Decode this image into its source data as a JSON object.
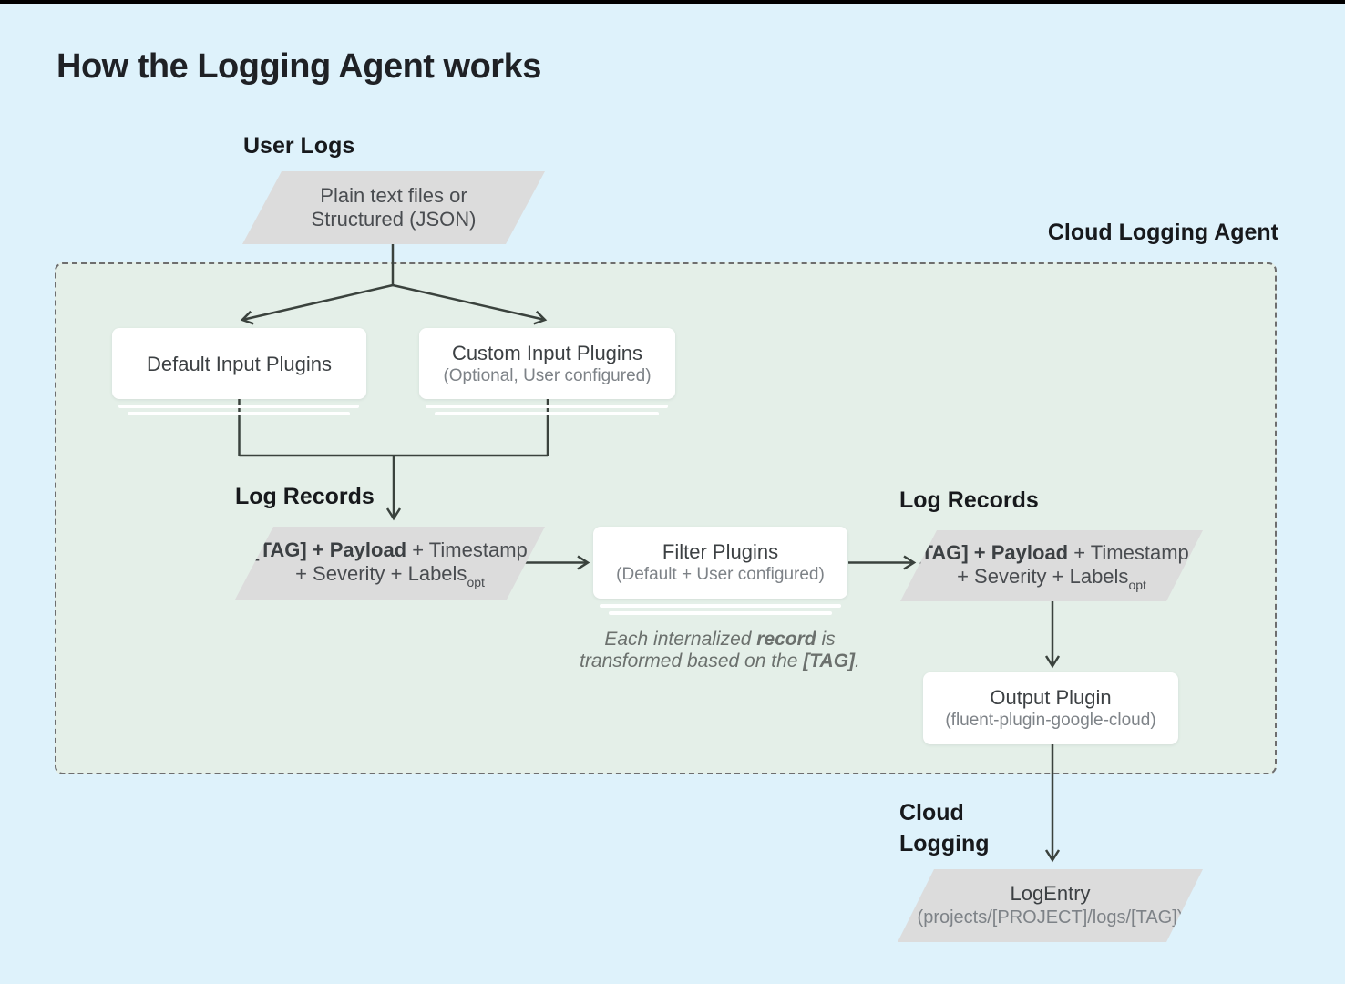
{
  "title": "How the Logging Agent works",
  "colors": {
    "background": "#def2fb",
    "agent_area_fill": "#e4efe8",
    "agent_area_border": "#6e6e6e",
    "parallelogram_fill": "#dcdcdc",
    "node_fill": "#ffffff",
    "connector": "#3a423d",
    "heading_text": "#1f2125",
    "node_text": "#3c4043",
    "secondary_text": "#7d8287",
    "note_text": "#6b706d",
    "top_bar": "#000000"
  },
  "labels": {
    "user_logs": "User Logs",
    "cloud_logging_agent": "Cloud Logging Agent",
    "log_records_left": "Log Records",
    "log_records_right": "Log Records",
    "cloud_logging_line1": "Cloud",
    "cloud_logging_line2": "Logging"
  },
  "nodes": {
    "user_input": {
      "line1": "Plain text files or",
      "line2": "Structured (JSON)"
    },
    "default_input_plugins": {
      "title": "Default Input Plugins"
    },
    "custom_input_plugins": {
      "title": "Custom Input Plugins",
      "subtitle": "(Optional, User configured)"
    },
    "log_record_left": {
      "line1_bold": "[TAG] + Payload",
      "line1_rest": " + Timestamp",
      "line2": "+ Severity + Labels",
      "line2_sub": "opt"
    },
    "filter_plugins": {
      "title": "Filter Plugins",
      "subtitle": "(Default + User configured)"
    },
    "log_record_right": {
      "line1_bold": "[TAG] + Payload",
      "line1_rest": " + Timestamp",
      "line2": "+ Severity + Labels",
      "line2_sub": "opt"
    },
    "output_plugin": {
      "title": "Output Plugin",
      "subtitle": "(fluent-plugin-google-cloud)"
    },
    "log_entry": {
      "title": "LogEntry",
      "subtitle": "(projects/[PROJECT]/logs/[TAG])"
    }
  },
  "note": {
    "line1_pre": "Each internalized ",
    "line1_bold": "record",
    "line1_post": " is",
    "line2_pre": "transformed based on the ",
    "line2_bold": "[TAG]",
    "line2_post": "."
  }
}
